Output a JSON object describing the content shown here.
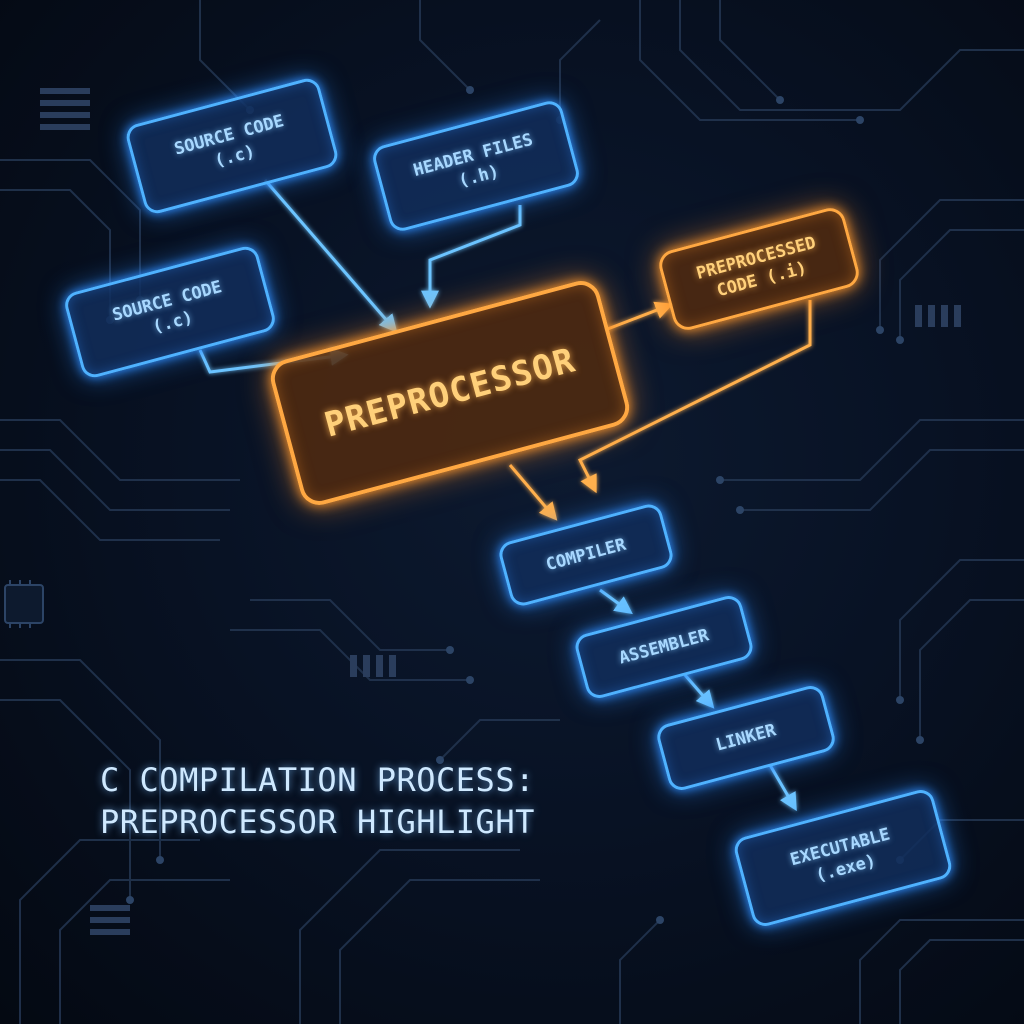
{
  "title": {
    "line1": "C COMPILATION PROCESS:",
    "line2": "PREPROCESSOR HIGHLIGHT"
  },
  "nodes": {
    "source_code_top": {
      "line1": "SOURCE CODE",
      "line2": "(.c)"
    },
    "header_files": {
      "line1": "HEADER FILES",
      "line2": "(.h)"
    },
    "source_code_left": {
      "line1": "SOURCE CODE",
      "line2": "(.c)"
    },
    "preprocessor": {
      "line1": "PREPROCESSOR"
    },
    "preprocessed_code": {
      "line1": "PREPROCESSED",
      "line2": "CODE (.i)"
    },
    "compiler": {
      "line1": "COMPILER"
    },
    "assembler": {
      "line1": "ASSEMBLER"
    },
    "linker": {
      "line1": "LINKER"
    },
    "executable": {
      "line1": "EXECUTABLE",
      "line2": "(.exe)"
    }
  },
  "colors": {
    "background": "#050b16",
    "circuit_trace": "#23344f",
    "blue_accent": "#4fb2ff",
    "orange_accent": "#ffa842"
  }
}
